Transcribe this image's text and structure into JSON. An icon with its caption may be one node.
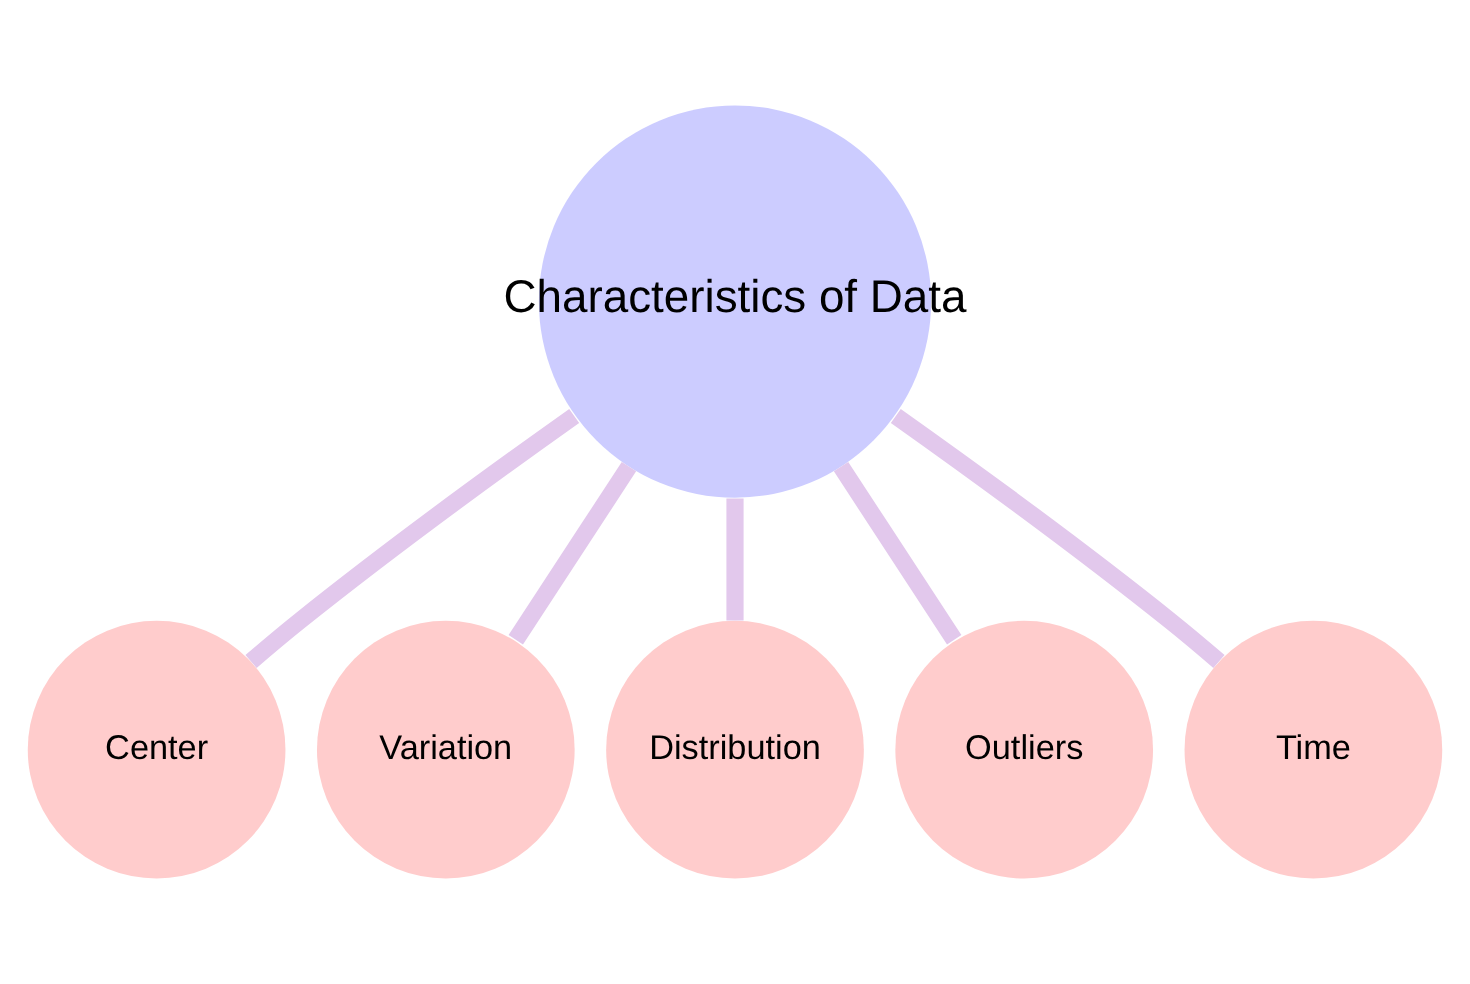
{
  "diagram": {
    "nodes": [
      {
        "text": [
          "Characteristics of Data"
        ]
      },
      {
        "text": [
          "Center"
        ]
      },
      {
        "text": [
          "Variation"
        ]
      },
      {
        "text": [
          "Distribution"
        ]
      },
      {
        "text": [
          "Outliers"
        ]
      },
      {
        "text": [
          "Time"
        ]
      }
    ],
    "edges": [
      {
        "from": 0,
        "to": 1,
        "arrow": "none"
      },
      {
        "from": 0,
        "to": 2,
        "arrow": "none"
      },
      {
        "from": 0,
        "to": 3,
        "arrow": "none"
      },
      {
        "from": 0,
        "to": 4,
        "arrow": "none"
      },
      {
        "from": 0,
        "to": 5,
        "arrow": "none"
      }
    ]
  }
}
